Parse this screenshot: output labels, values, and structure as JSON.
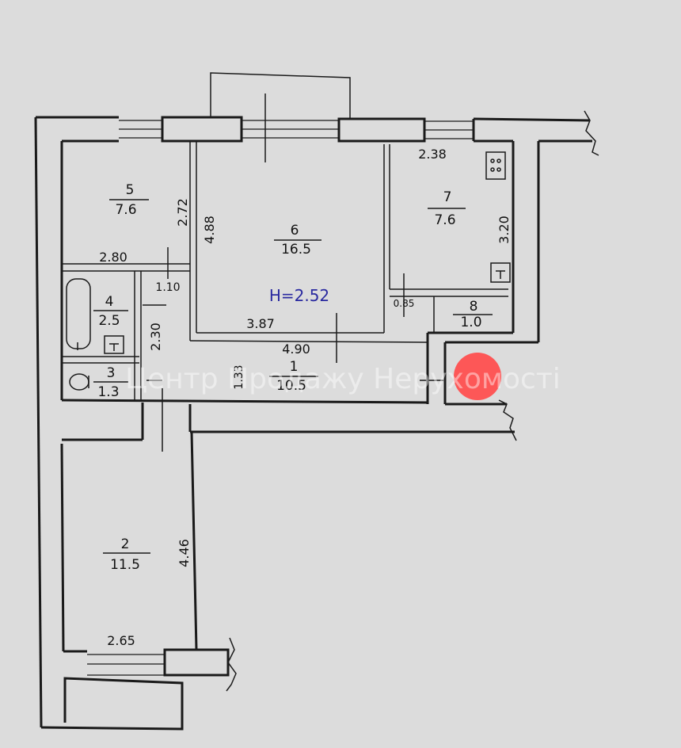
{
  "rooms": [
    {
      "number": "1",
      "area": "10.5"
    },
    {
      "number": "2",
      "area": "11.5"
    },
    {
      "number": "3",
      "area": "1.3"
    },
    {
      "number": "4",
      "area": "2.5"
    },
    {
      "number": "5",
      "area": "7.6"
    },
    {
      "number": "6",
      "area": "16.5"
    },
    {
      "number": "7",
      "area": "7.6"
    },
    {
      "number": "8",
      "area": "1.0"
    }
  ],
  "dimensions": [
    "2.72",
    "2.80",
    "4.88",
    "3.87",
    "4.90",
    "2.38",
    "3.20",
    "0.85",
    "1.10",
    "2.30",
    "1.33",
    "4.46",
    "2.65"
  ],
  "ceiling_height": "H=2.52",
  "watermark": "Центр Продажу Нерухомості",
  "colors": {
    "marker": "#ff4b4b",
    "ceiling_label": "#2a2aa0",
    "background": "#dcdcdc"
  }
}
